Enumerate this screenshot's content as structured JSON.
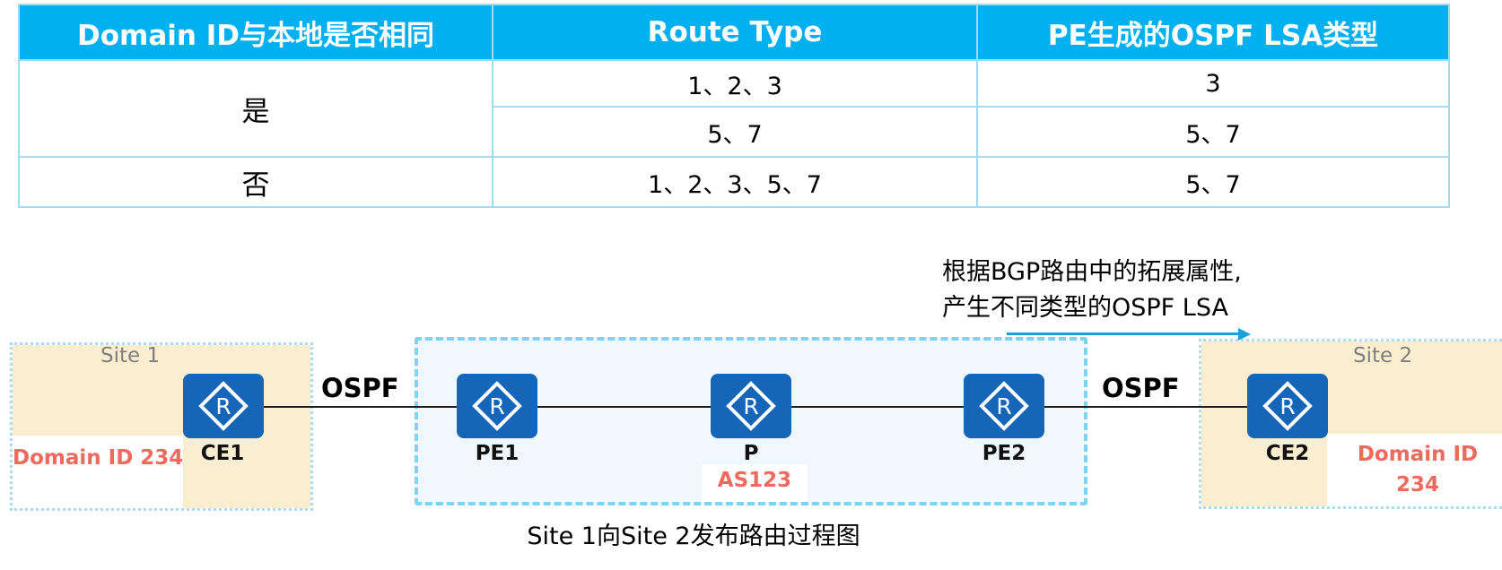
{
  "table": {
    "headers": [
      "Domain ID与本地是否相同",
      "Route Type",
      "PE生成的OSPF LSA类型"
    ],
    "rows": [
      {
        "same": "是",
        "route_type": "1、2、3",
        "lsa_type": "3"
      },
      {
        "route_type": "5、7",
        "lsa_type": "5、7"
      },
      {
        "same": "否",
        "route_type": "1、2、3、5、7",
        "lsa_type": "5、7"
      }
    ]
  },
  "diagram": {
    "site1": {
      "label": "Site 1",
      "domain": "Domain ID 234"
    },
    "site2": {
      "label": "Site 2",
      "domain_line1": "Domain ID",
      "domain_line2": "234"
    },
    "routers": {
      "ce1": "CE1",
      "pe1": "PE1",
      "p": "P",
      "pe2": "PE2",
      "ce2": "CE2"
    },
    "router_symbol": "R",
    "protocol_left": "OSPF",
    "protocol_right": "OSPF",
    "as_label": "AS123",
    "note_line1": "根据BGP路由中的拓展属性,",
    "note_line2": "产生不同类型的OSPF LSA",
    "caption": "Site 1向Site 2发布路由过程图"
  },
  "colors": {
    "header_bg": "#00b0f0",
    "router_blue": "#1565b8",
    "site_fill": "#fbedcf",
    "domain_red": "#ed6a5e",
    "arrow_blue": "#1a9fd8"
  }
}
